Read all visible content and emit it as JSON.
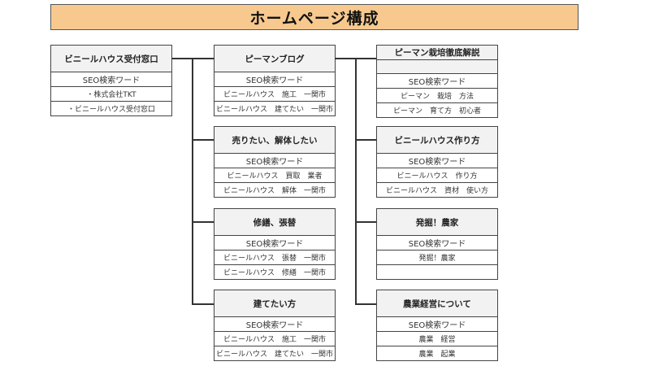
{
  "title": "ホームページ構成",
  "root": {
    "header": "ビニールハウス受付窓口",
    "rows": [
      "SEO検索ワード",
      "・株式会社TKT",
      "・ビニールハウス受付窓口"
    ]
  },
  "middle": [
    {
      "header": "ピーマンブログ",
      "rows": [
        "SEO検索ワード",
        "ビニールハウス　施工　一関市",
        "ビニールハウス　建てたい　一関市"
      ]
    },
    {
      "header": "売りたい、解体したい",
      "rows": [
        "SEO検索ワード",
        "ビニールハウス　買取　業者",
        "ビニールハウス　解体　一関市"
      ]
    },
    {
      "header": "修繕、張替",
      "rows": [
        "SEO検索ワード",
        "ビニールハウス　張替　一関市",
        "ビニールハウス　修繕　一関市"
      ]
    },
    {
      "header": "建てたい方",
      "rows": [
        "SEO検索ワード",
        "ビニールハウス　施工　一関市",
        "ビニールハウス　建てたい　一関市"
      ]
    }
  ],
  "right": [
    {
      "header": "ピーマン栽培徹底解説",
      "rows": [
        "SEO検索ワード",
        "ピーマン　栽培　方法",
        "ピーマン　育て方　初心者"
      ]
    },
    {
      "header": "ビニールハウス作り方",
      "rows": [
        "SEO検索ワード",
        "ビニールハウス　作り方",
        "ビニールハウス　資材　使い方"
      ]
    },
    {
      "header": "発掘！農家",
      "rows": [
        "SEO検索ワード",
        "発掘！農家",
        ""
      ]
    },
    {
      "header": "農業経営について",
      "rows": [
        "SEO検索ワード",
        "農業　経営",
        "農業　起業"
      ]
    }
  ],
  "colors": {
    "title_bg": "#f7c98e",
    "header_bg": "#f2f2f2",
    "line": "#333333"
  }
}
